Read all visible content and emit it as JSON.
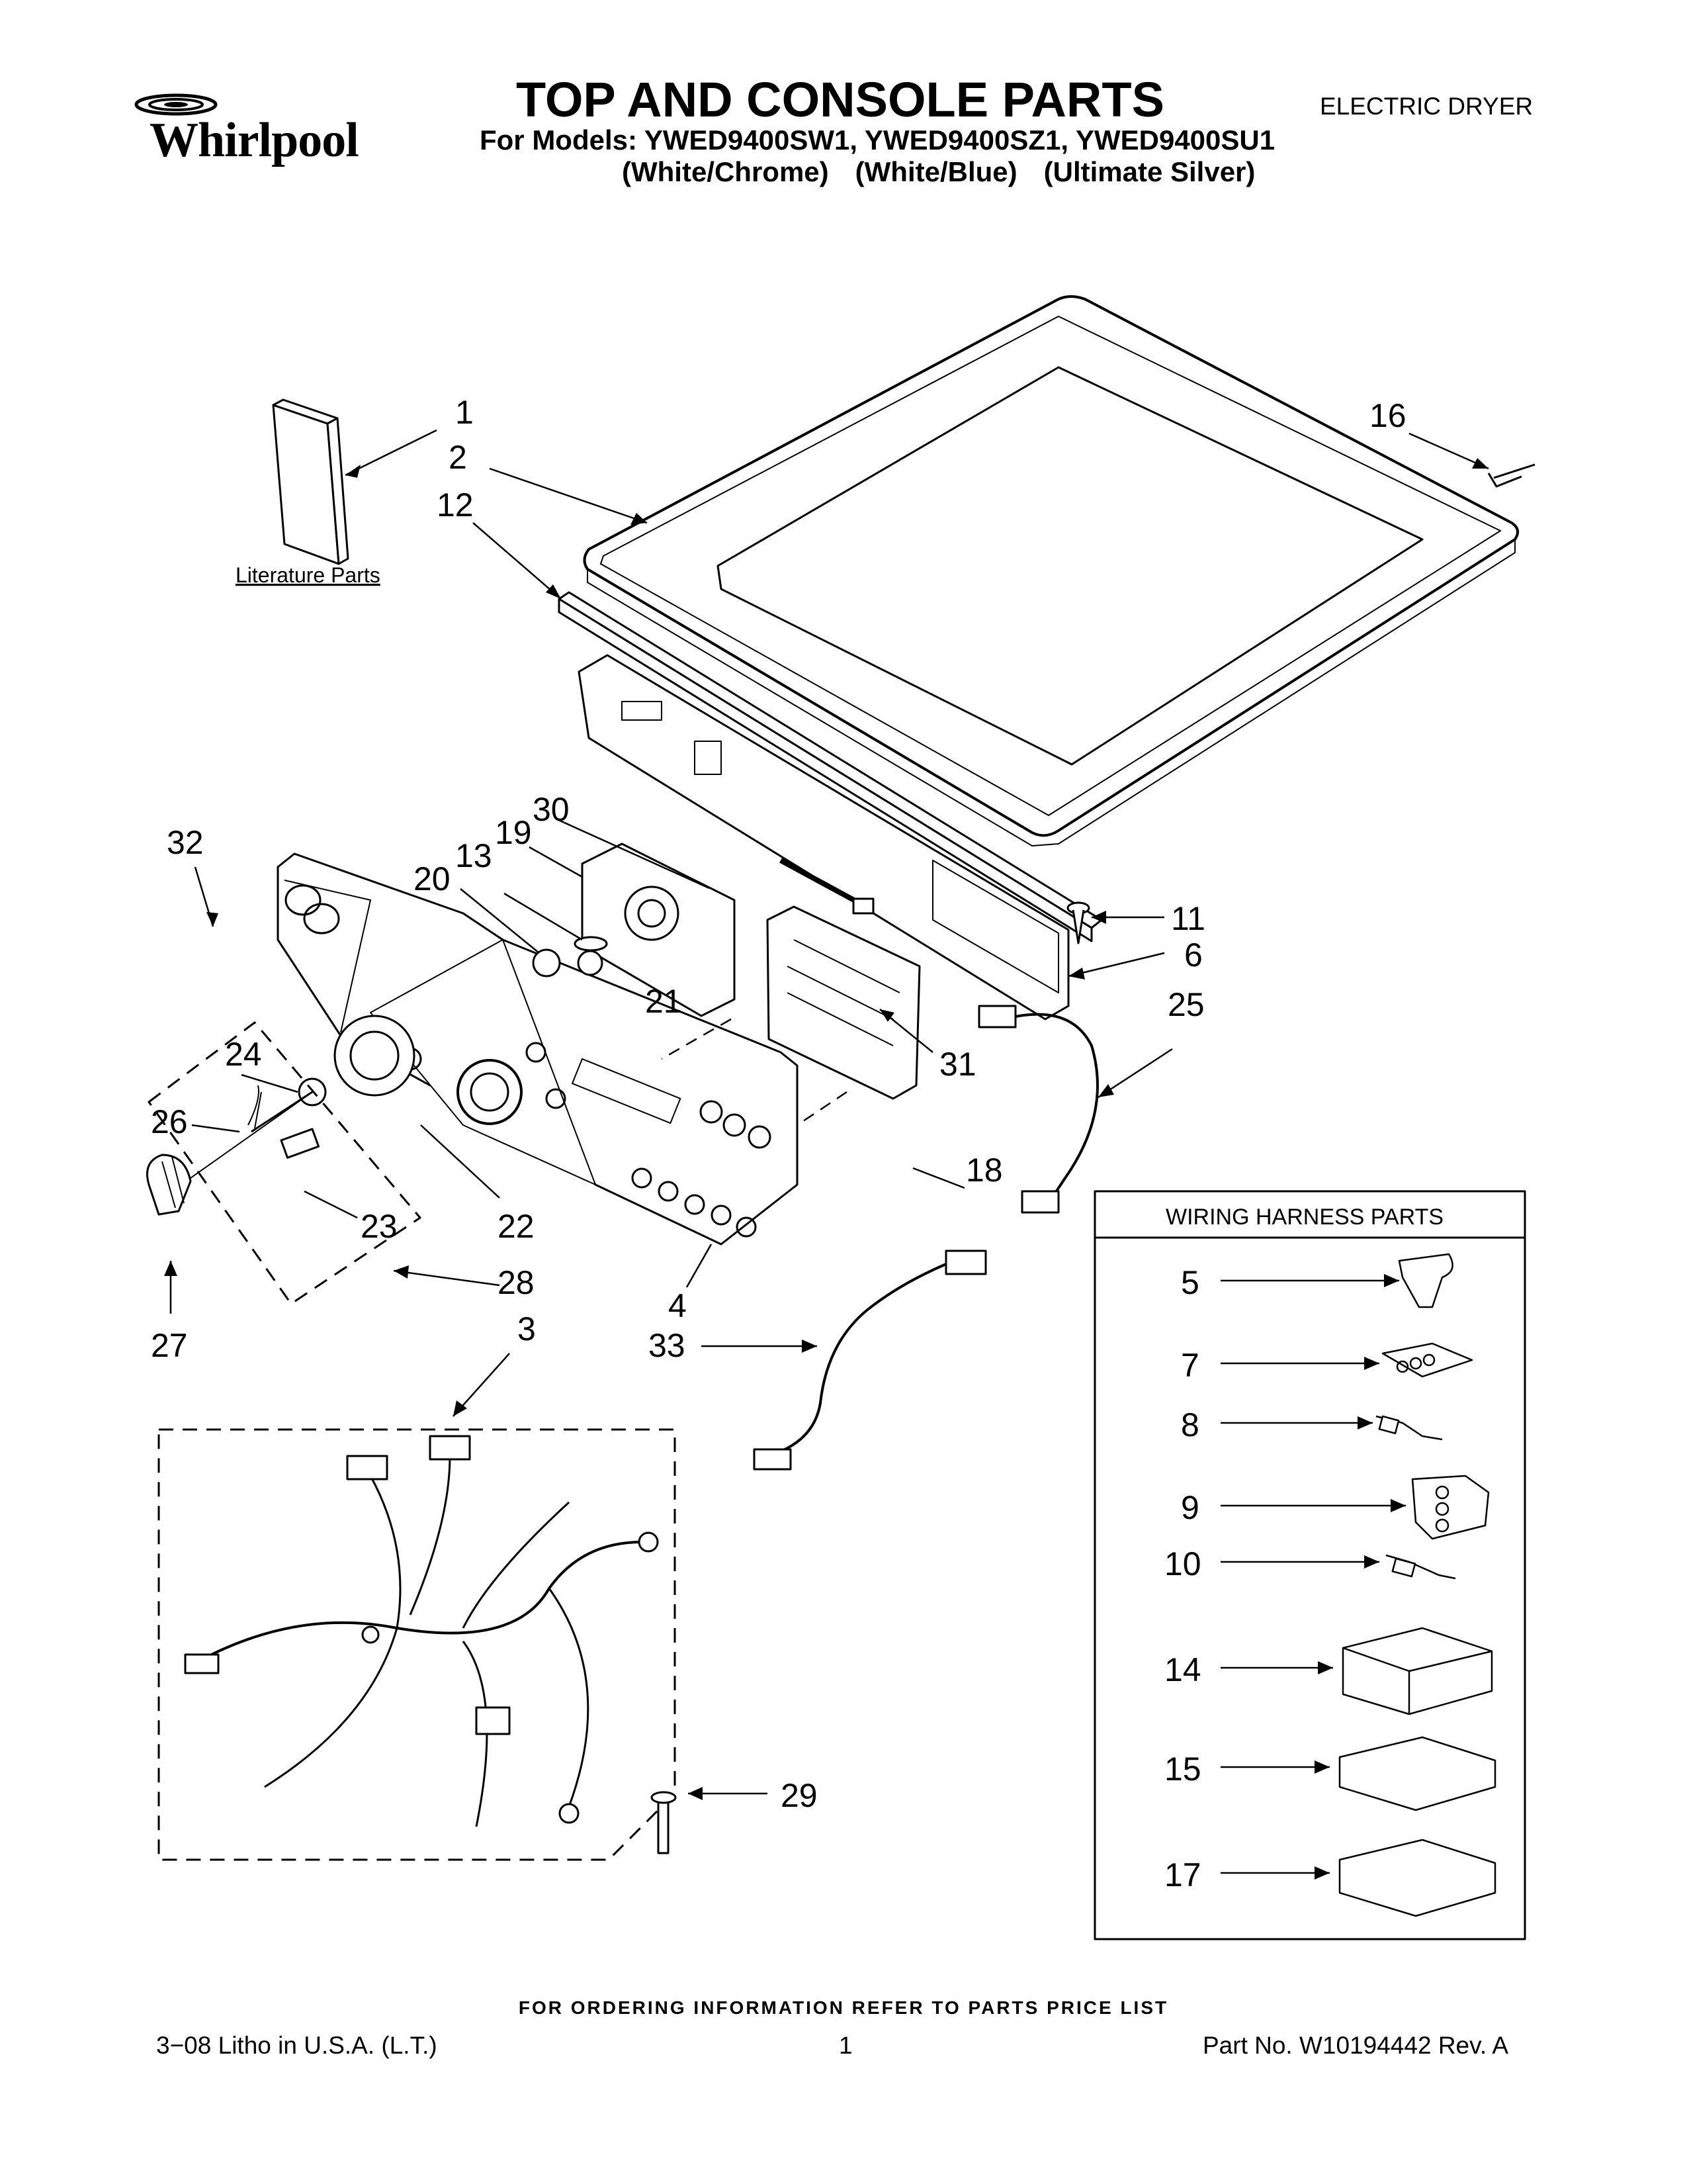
{
  "header": {
    "brand": "Whirlpool",
    "title": "TOP AND CONSOLE PARTS",
    "models_line": "For Models: YWED9400SW1, YWED9400SZ1, YWED9400SU1",
    "finishes": [
      "(White/Chrome)",
      "(White/Blue)",
      "(Ultimate Silver)"
    ],
    "doc_type": "ELECTRIC DRYER"
  },
  "diagram": {
    "literature_label": "Literature Parts",
    "callouts": [
      "1",
      "2",
      "12",
      "16",
      "30",
      "19",
      "13",
      "20",
      "32",
      "11",
      "6",
      "21",
      "25",
      "31",
      "24",
      "26",
      "18",
      "23",
      "22",
      "28",
      "4",
      "27",
      "3",
      "33",
      "29"
    ],
    "harness_box": {
      "title": "WIRING HARNESS PARTS",
      "items": [
        "5",
        "7",
        "8",
        "9",
        "10",
        "14",
        "15",
        "17"
      ]
    }
  },
  "footer": {
    "ordering_note": "FOR ORDERING INFORMATION REFER TO PARTS PRICE LIST",
    "litho": "3−08 Litho in U.S.A. (L.T.)",
    "page": "1",
    "part_no": "Part No. W10194442 Rev. A"
  }
}
